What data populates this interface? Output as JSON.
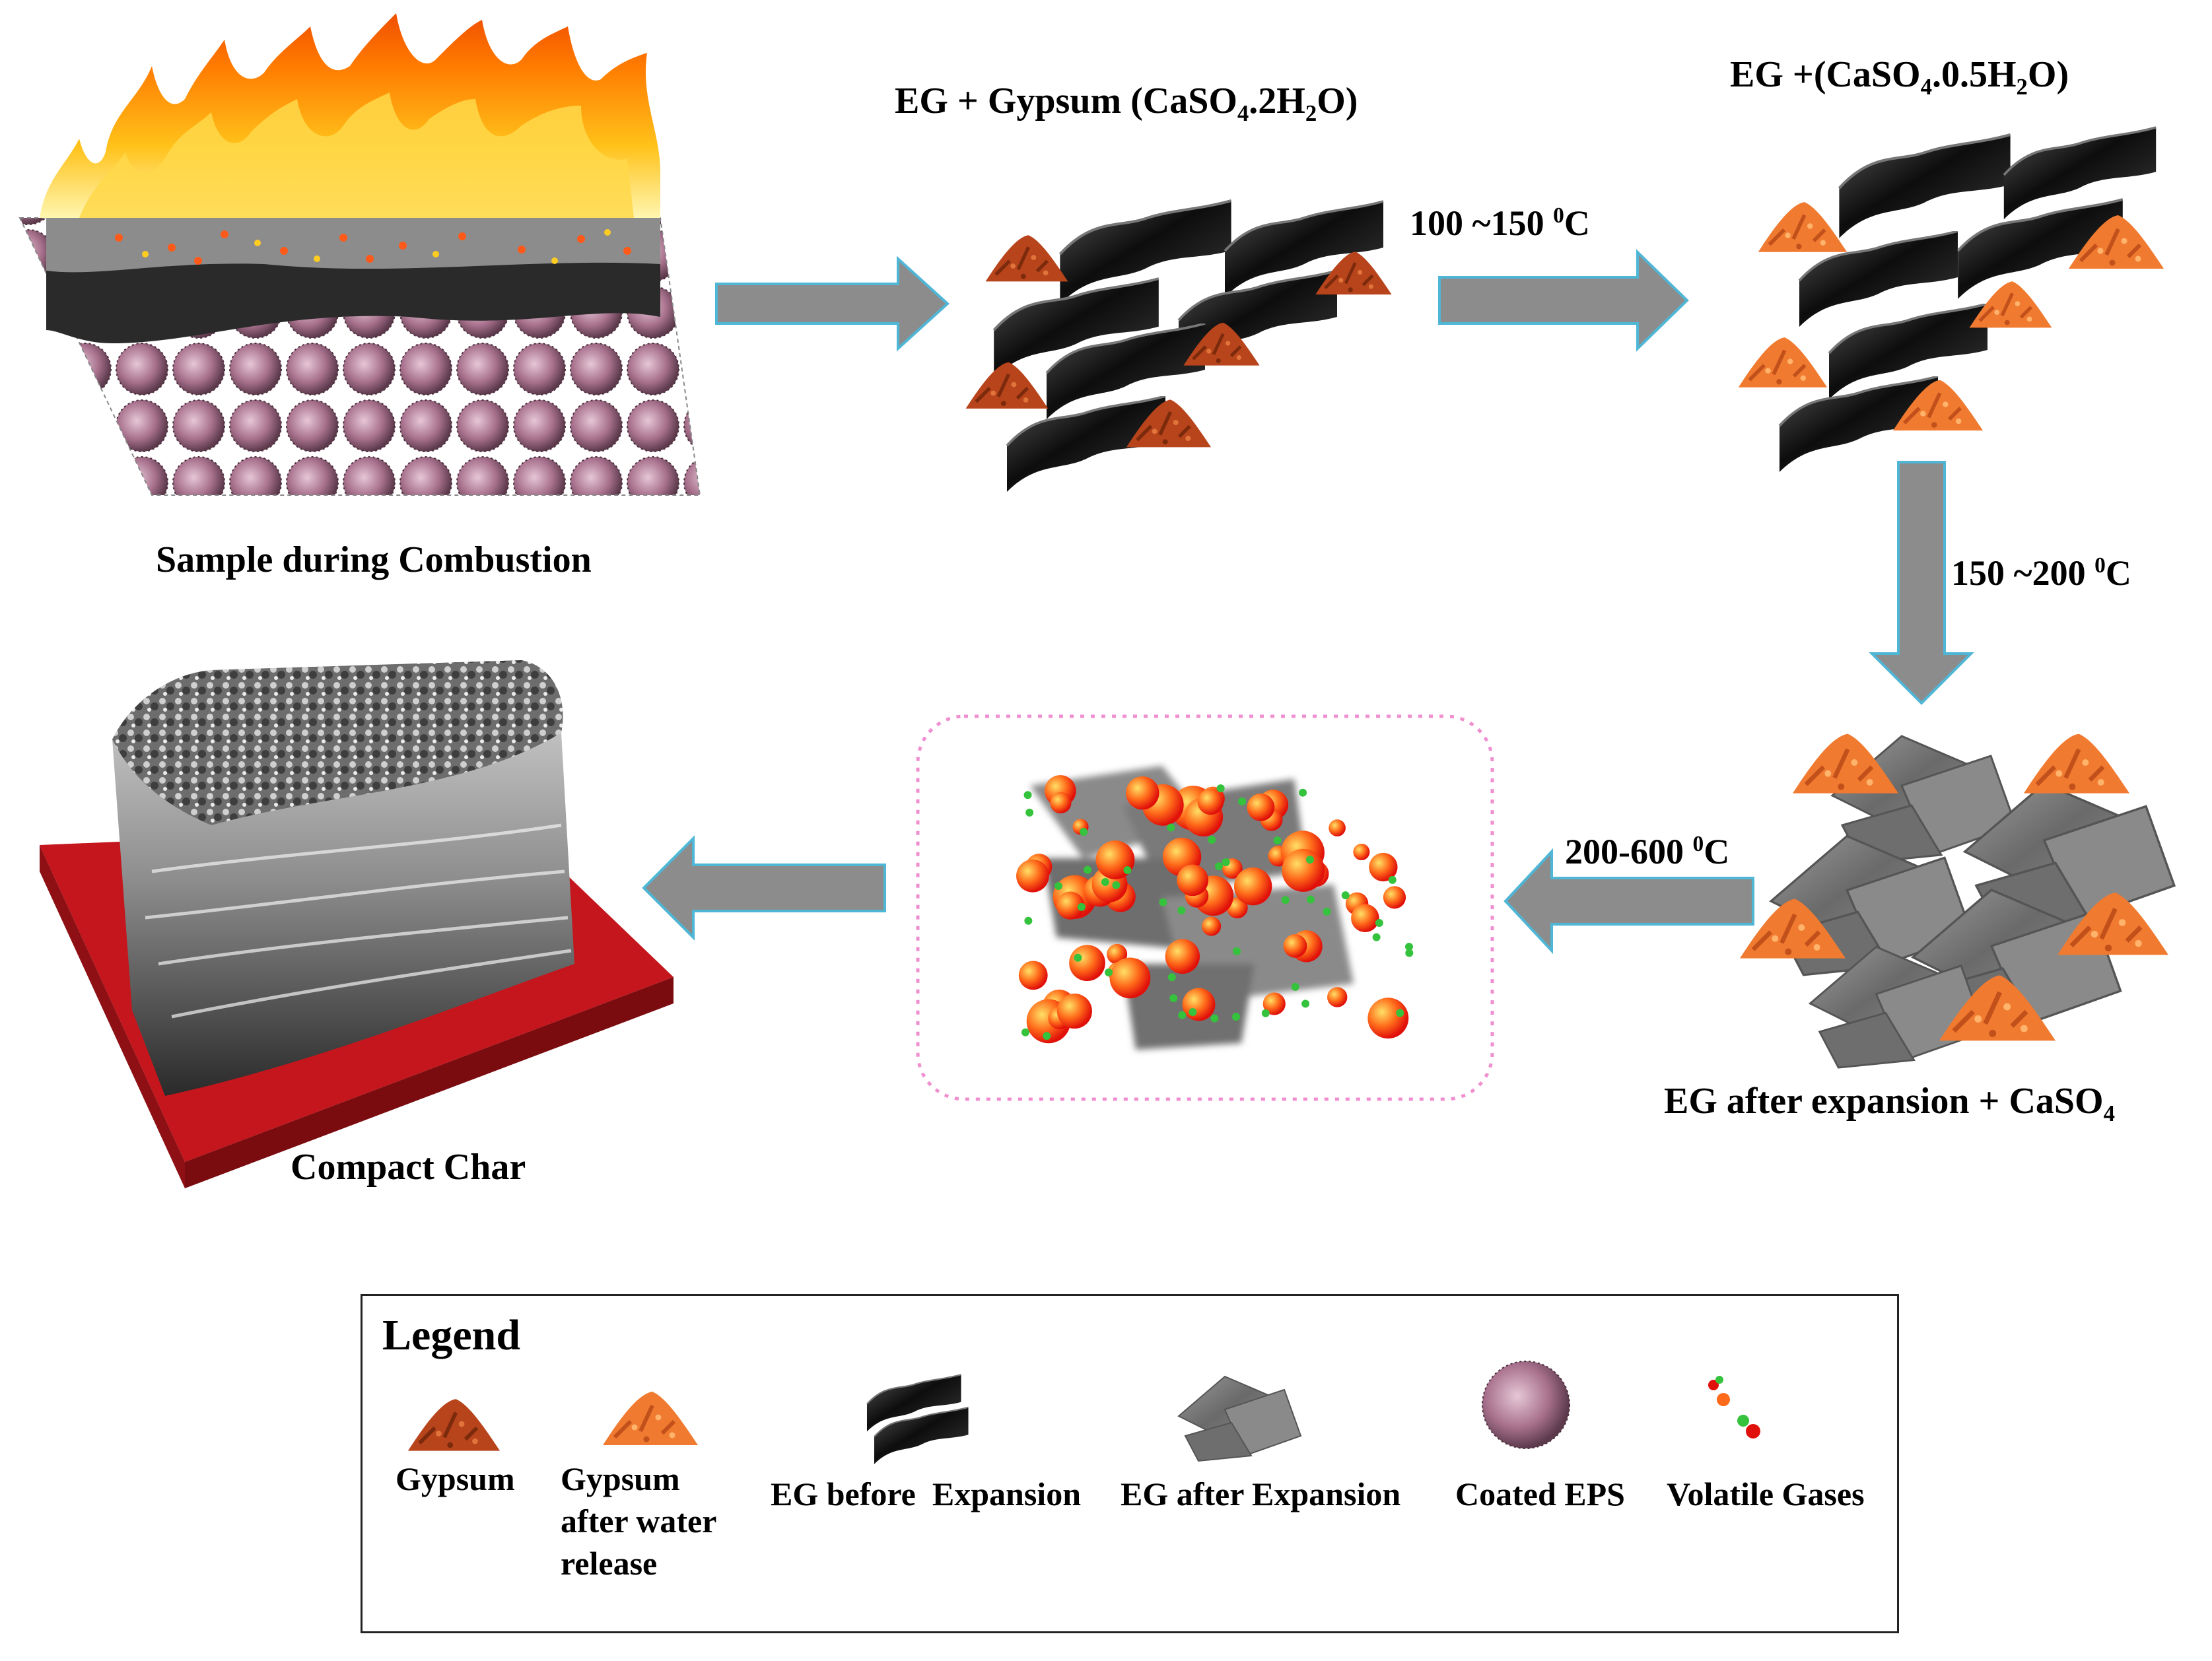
{
  "stages": {
    "combustion": "Sample during Combustion",
    "gypsum_mix_pre": "EG + Gypsum (CaSO",
    "gypsum_mix_sub1": "4",
    "gypsum_mix_mid": ".2H",
    "gypsum_mix_sub2": "2",
    "gypsum_mix_post": "O)",
    "hemi_pre": "EG +(CaSO",
    "hemi_sub1": "4",
    "hemi_mid": ".0.5H",
    "hemi_sub2": "2",
    "hemi_post": "O)",
    "expanded_pre": "EG after expansion + CaSO",
    "expanded_sub": "4",
    "char": "Compact Char"
  },
  "temperatures": {
    "t1_text": "100 ~150 ",
    "t1_sup": "0",
    "t1_unit": "C",
    "t2_text": "150 ~200 ",
    "t2_sup": "0",
    "t2_unit": "C",
    "t3_text": "200-600 ",
    "t3_sup": "0",
    "t3_unit": "C"
  },
  "legend": {
    "title": "Legend",
    "items": [
      {
        "label": "Gypsum",
        "icon": "gypsum-icon"
      },
      {
        "label": "Gypsum\nafter water\nrelease",
        "icon": "gypsum-dehydrated-icon"
      },
      {
        "label": "EG before  Expansion",
        "icon": "eg-before-icon"
      },
      {
        "label": "EG after Expansion",
        "icon": "eg-after-icon"
      },
      {
        "label": "Coated EPS",
        "icon": "coated-eps-icon"
      },
      {
        "label": "Volatile Gases",
        "icon": "volatile-gas-icon"
      }
    ]
  },
  "colors": {
    "arrow": "#8c8c8c",
    "arrow_outline": "#4fb6d6",
    "gypsum": "#b8441c",
    "gypsum_dehydrated": "#f07a30",
    "eg_dark": "#1a1a1a",
    "eg_expanded": "#7a7a7a",
    "eps": "#b37a96",
    "char_base": "#c4161c",
    "bubble_frame": "#f08fcf"
  }
}
